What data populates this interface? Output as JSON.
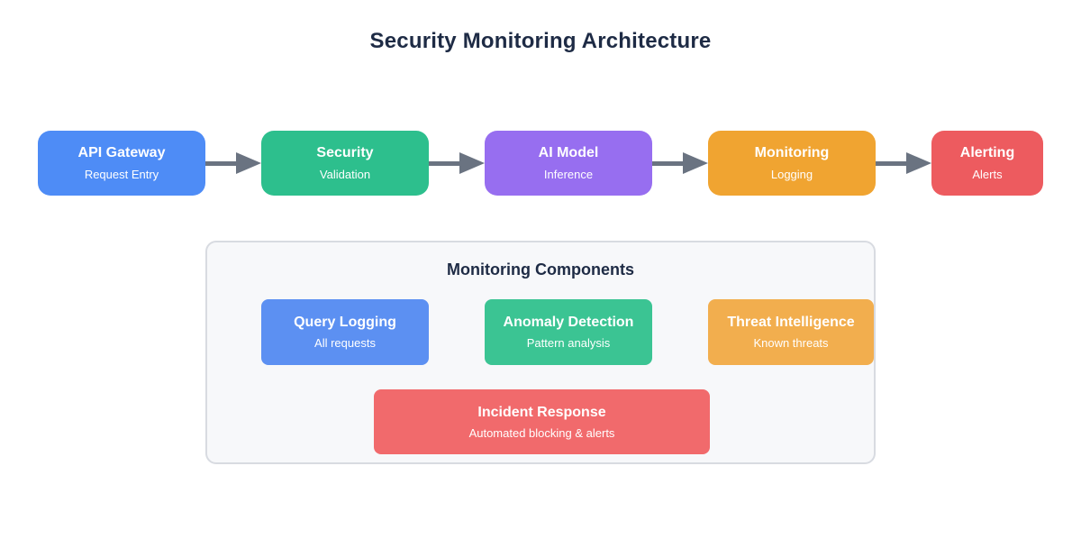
{
  "title": "Security Monitoring Architecture",
  "colors": {
    "heading": "#1e2b45",
    "arrow": "#6a7381",
    "panel_background": "#f7f8fa",
    "panel_border": "#d8dbe1",
    "node_text": "#ffffff"
  },
  "flow": {
    "nodes": [
      {
        "title": "API Gateway",
        "subtitle": "Request Entry",
        "color": "#4e8cf6"
      },
      {
        "title": "Security",
        "subtitle": "Validation",
        "color": "#2dbf8d"
      },
      {
        "title": "AI Model",
        "subtitle": "Inference",
        "color": "#976ef0"
      },
      {
        "title": "Monitoring",
        "subtitle": "Logging",
        "color": "#f0a431"
      },
      {
        "title": "Alerting",
        "subtitle": "Alerts",
        "color": "#ed5b5f"
      }
    ]
  },
  "monitoring_panel": {
    "title": "Monitoring Components",
    "components": [
      {
        "title": "Query Logging",
        "subtitle": "All requests",
        "color": "#5c90f2"
      },
      {
        "title": "Anomaly Detection",
        "subtitle": "Pattern analysis",
        "color": "#3bc493"
      },
      {
        "title": "Threat Intelligence",
        "subtitle": "Known threats",
        "color": "#f2ae4e"
      },
      {
        "title": "Incident Response",
        "subtitle": "Automated blocking & alerts",
        "color": "#f16a6c"
      }
    ]
  }
}
